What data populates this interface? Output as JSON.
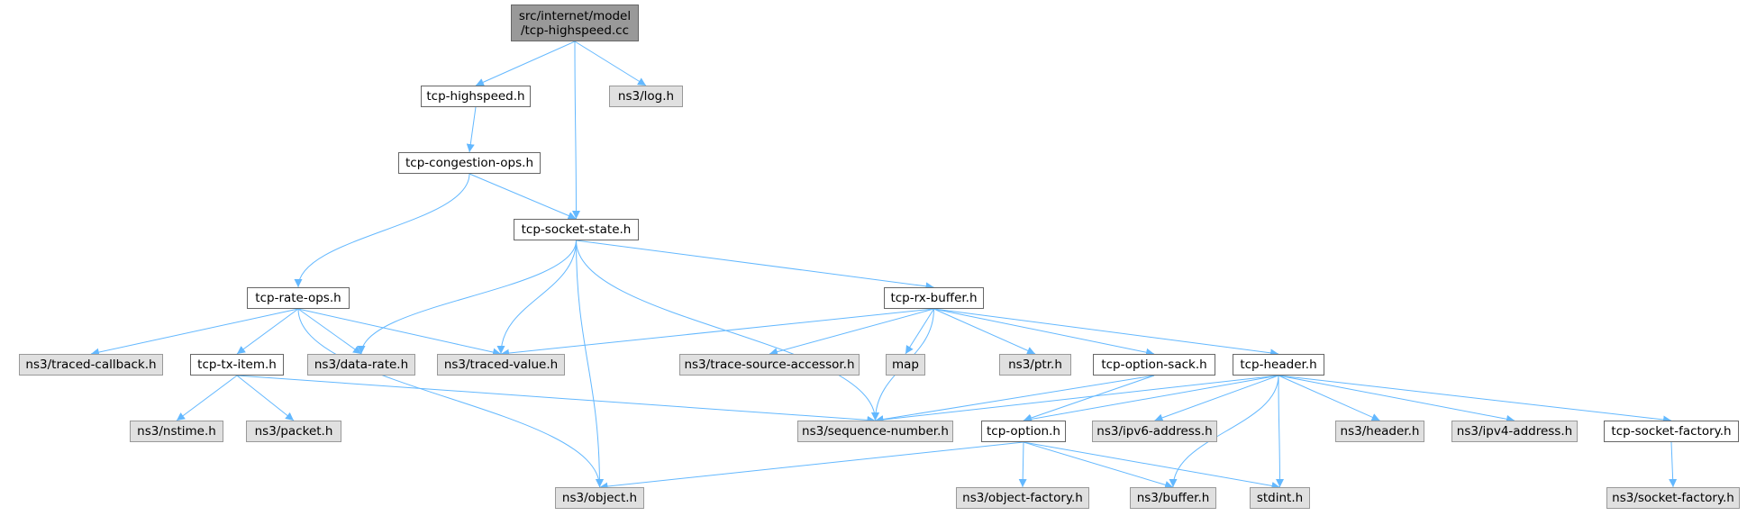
{
  "graph": {
    "colors": {
      "edge": "#63b8ff",
      "root_fill": "#999999",
      "documented_fill": "#ffffff",
      "external_fill": "#e0e0e0"
    },
    "nodes": [
      {
        "id": "root",
        "lines": [
          "src/internet/model",
          "/tcp-highspeed.cc"
        ],
        "kind": "root"
      },
      {
        "id": "tcp_highspeed_h",
        "label": "tcp-highspeed.h",
        "kind": "documented"
      },
      {
        "id": "ns3_log_h",
        "label": "ns3/log.h",
        "kind": "external"
      },
      {
        "id": "tcp_congestion_ops_h",
        "label": "tcp-congestion-ops.h",
        "kind": "documented"
      },
      {
        "id": "tcp_socket_state_h",
        "label": "tcp-socket-state.h",
        "kind": "documented"
      },
      {
        "id": "tcp_rate_ops_h",
        "label": "tcp-rate-ops.h",
        "kind": "documented"
      },
      {
        "id": "tcp_rx_buffer_h",
        "label": "tcp-rx-buffer.h",
        "kind": "documented"
      },
      {
        "id": "ns3_traced_callback_h",
        "label": "ns3/traced-callback.h",
        "kind": "external"
      },
      {
        "id": "tcp_tx_item_h",
        "label": "tcp-tx-item.h",
        "kind": "documented"
      },
      {
        "id": "ns3_data_rate_h",
        "label": "ns3/data-rate.h",
        "kind": "external"
      },
      {
        "id": "ns3_traced_value_h",
        "label": "ns3/traced-value.h",
        "kind": "external"
      },
      {
        "id": "ns3_trace_source_accessor_h",
        "label": "ns3/trace-source-accessor.h",
        "kind": "external"
      },
      {
        "id": "map",
        "label": "map",
        "kind": "external"
      },
      {
        "id": "ns3_ptr_h",
        "label": "ns3/ptr.h",
        "kind": "external"
      },
      {
        "id": "tcp_option_sack_h",
        "label": "tcp-option-sack.h",
        "kind": "documented"
      },
      {
        "id": "tcp_header_h",
        "label": "tcp-header.h",
        "kind": "documented"
      },
      {
        "id": "ns3_nstime_h",
        "label": "ns3/nstime.h",
        "kind": "external"
      },
      {
        "id": "ns3_packet_h",
        "label": "ns3/packet.h",
        "kind": "external"
      },
      {
        "id": "ns3_sequence_number_h",
        "label": "ns3/sequence-number.h",
        "kind": "external"
      },
      {
        "id": "tcp_option_h",
        "label": "tcp-option.h",
        "kind": "documented"
      },
      {
        "id": "ns3_ipv6_address_h",
        "label": "ns3/ipv6-address.h",
        "kind": "external"
      },
      {
        "id": "ns3_header_h",
        "label": "ns3/header.h",
        "kind": "external"
      },
      {
        "id": "ns3_ipv4_address_h",
        "label": "ns3/ipv4-address.h",
        "kind": "external"
      },
      {
        "id": "tcp_socket_factory_h",
        "label": "tcp-socket-factory.h",
        "kind": "documented"
      },
      {
        "id": "ns3_object_h",
        "label": "ns3/object.h",
        "kind": "external"
      },
      {
        "id": "ns3_object_factory_h",
        "label": "ns3/object-factory.h",
        "kind": "external"
      },
      {
        "id": "ns3_buffer_h",
        "label": "ns3/buffer.h",
        "kind": "external"
      },
      {
        "id": "stdint_h",
        "label": "stdint.h",
        "kind": "external"
      },
      {
        "id": "ns3_socket_factory_h",
        "label": "ns3/socket-factory.h",
        "kind": "external"
      }
    ],
    "edges": [
      [
        "root",
        "tcp_highspeed_h"
      ],
      [
        "root",
        "tcp_socket_state_h"
      ],
      [
        "root",
        "ns3_log_h"
      ],
      [
        "tcp_highspeed_h",
        "tcp_congestion_ops_h"
      ],
      [
        "tcp_congestion_ops_h",
        "tcp_rate_ops_h"
      ],
      [
        "tcp_congestion_ops_h",
        "tcp_socket_state_h"
      ],
      [
        "tcp_socket_state_h",
        "ns3_data_rate_h"
      ],
      [
        "tcp_socket_state_h",
        "ns3_traced_value_h"
      ],
      [
        "tcp_socket_state_h",
        "ns3_object_h"
      ],
      [
        "tcp_socket_state_h",
        "ns3_sequence_number_h"
      ],
      [
        "tcp_socket_state_h",
        "tcp_rx_buffer_h"
      ],
      [
        "tcp_rate_ops_h",
        "ns3_traced_callback_h"
      ],
      [
        "tcp_rate_ops_h",
        "tcp_tx_item_h"
      ],
      [
        "tcp_rate_ops_h",
        "ns3_data_rate_h"
      ],
      [
        "tcp_rate_ops_h",
        "ns3_traced_value_h"
      ],
      [
        "tcp_rate_ops_h",
        "ns3_object_h"
      ],
      [
        "tcp_tx_item_h",
        "ns3_nstime_h"
      ],
      [
        "tcp_tx_item_h",
        "ns3_packet_h"
      ],
      [
        "tcp_tx_item_h",
        "ns3_sequence_number_h"
      ],
      [
        "tcp_rx_buffer_h",
        "ns3_traced_value_h"
      ],
      [
        "tcp_rx_buffer_h",
        "ns3_trace_source_accessor_h"
      ],
      [
        "tcp_rx_buffer_h",
        "map"
      ],
      [
        "tcp_rx_buffer_h",
        "ns3_sequence_number_h"
      ],
      [
        "tcp_rx_buffer_h",
        "ns3_ptr_h"
      ],
      [
        "tcp_rx_buffer_h",
        "tcp_option_sack_h"
      ],
      [
        "tcp_rx_buffer_h",
        "tcp_header_h"
      ],
      [
        "tcp_option_sack_h",
        "ns3_sequence_number_h"
      ],
      [
        "tcp_option_sack_h",
        "tcp_option_h"
      ],
      [
        "tcp_header_h",
        "ns3_sequence_number_h"
      ],
      [
        "tcp_header_h",
        "tcp_option_h"
      ],
      [
        "tcp_header_h",
        "ns3_ipv6_address_h"
      ],
      [
        "tcp_header_h",
        "ns3_buffer_h"
      ],
      [
        "tcp_header_h",
        "stdint_h"
      ],
      [
        "tcp_header_h",
        "ns3_header_h"
      ],
      [
        "tcp_header_h",
        "ns3_ipv4_address_h"
      ],
      [
        "tcp_header_h",
        "tcp_socket_factory_h"
      ],
      [
        "tcp_option_h",
        "ns3_object_h"
      ],
      [
        "tcp_option_h",
        "ns3_object_factory_h"
      ],
      [
        "tcp_option_h",
        "ns3_buffer_h"
      ],
      [
        "tcp_option_h",
        "stdint_h"
      ],
      [
        "tcp_socket_factory_h",
        "ns3_socket_factory_h"
      ]
    ]
  }
}
